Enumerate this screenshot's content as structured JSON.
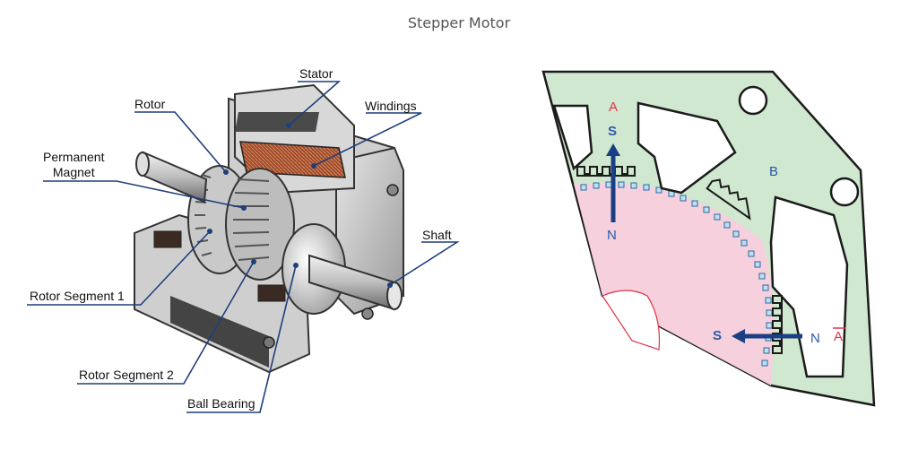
{
  "title": "Stepper Motor",
  "motor_labels": {
    "stator": "Stator",
    "rotor": "Rotor",
    "windings": "Windings",
    "permanent_magnet_line1": "Permanent",
    "permanent_magnet_line2": "Magnet",
    "shaft": "Shaft",
    "rotor_segment_1": "Rotor Segment 1",
    "rotor_segment_2": "Rotor Segment 2",
    "ball_bearing": "Ball Bearing"
  },
  "pole_diagram": {
    "phase_a": "A",
    "phase_b": "B",
    "phase_a_bar": "A",
    "pole_top_outer": "S",
    "pole_top_inner": "N",
    "pole_right_inner": "S",
    "pole_right_outer": "N"
  },
  "colors": {
    "leader_line": "#1f3f7a",
    "stator_fill": "#cfe8cf",
    "rotor_fill": "#f6d0dc",
    "phase_label": "#e0334a",
    "pole_label": "#2b5aa8",
    "arrow": "#1a3f85"
  }
}
